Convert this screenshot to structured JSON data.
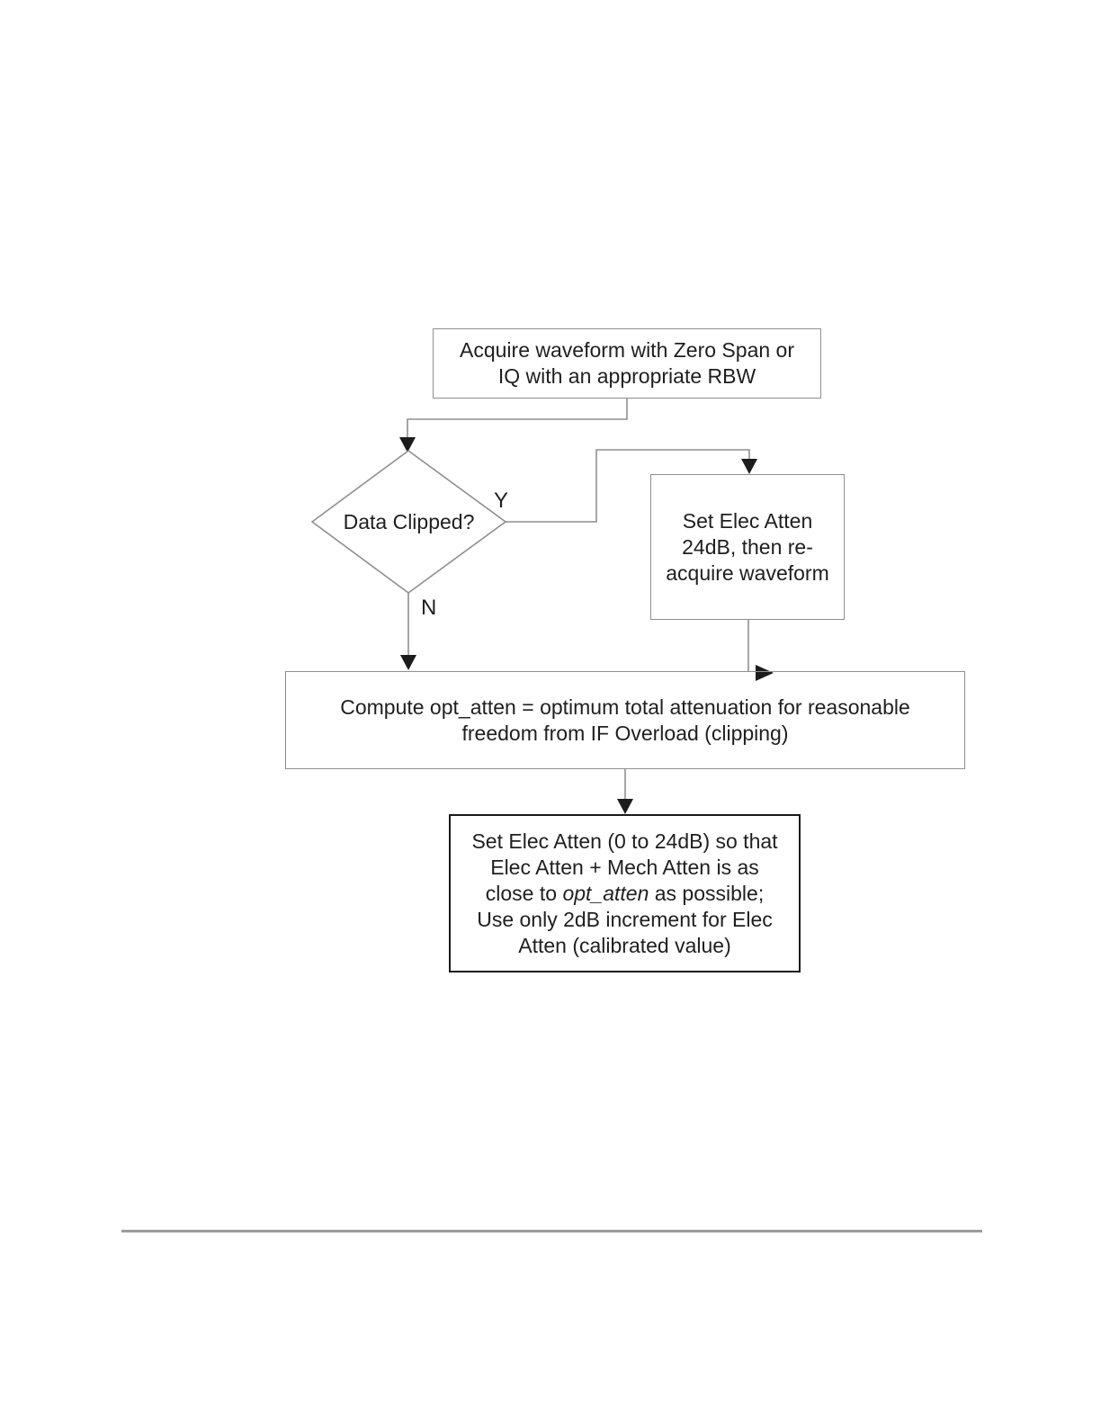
{
  "flowchart": {
    "acquire": {
      "text": "Acquire waveform with Zero Span or\nIQ with an appropriate RBW"
    },
    "decision": {
      "text": "Data Clipped?",
      "yes_label": "Y",
      "no_label": "N"
    },
    "elec24": {
      "text": "Set Elec Atten\n24dB, then re-\nacquire waveform"
    },
    "compute": {
      "text": "Compute opt_atten = optimum total attenuation for reasonable\nfreedom from IF Overload (clipping)"
    },
    "set_final": {
      "text_before": "Set Elec Atten (0 to 24dB) so that\nElec Atten + Mech Atten is as\nclose to ",
      "text_italic": "opt_atten",
      "text_after": " as possible;\nUse only 2dB increment for Elec\nAtten (calibrated value)"
    },
    "colors": {
      "line": "#8f8f8f",
      "arrow": "#1c1c1c",
      "text": "#1f1f1f",
      "border_strong": "#1b1b1b",
      "footer_rule": "#9b9b9b"
    }
  }
}
